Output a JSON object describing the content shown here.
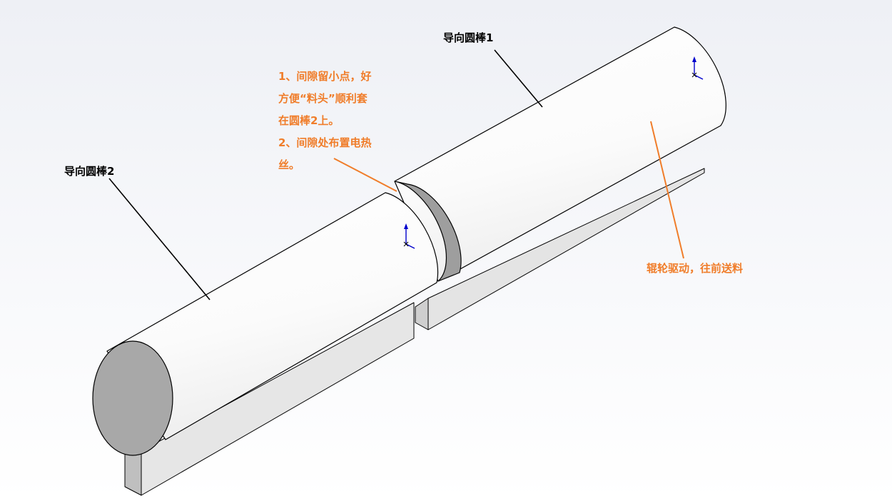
{
  "colors": {
    "orange": "#f07d2a",
    "black": "#000000",
    "cylinder": "#ffffff",
    "cap": "#a8a8a8",
    "gap_ring": "#9e9e9e",
    "axis_blue": "#0000cc"
  },
  "labels": {
    "rod1": "导向圆棒1",
    "rod2": "导向圆棒2",
    "note_lines": [
      "1、间隙留小点，好",
      "方便“料头”顺利套",
      "在圆棒2上。",
      "2、间隙处布置电热",
      "丝。"
    ],
    "roller": "辊轮驱动，往前送料"
  },
  "icons": {
    "axis_triad": "coordinate-triad-icon"
  }
}
